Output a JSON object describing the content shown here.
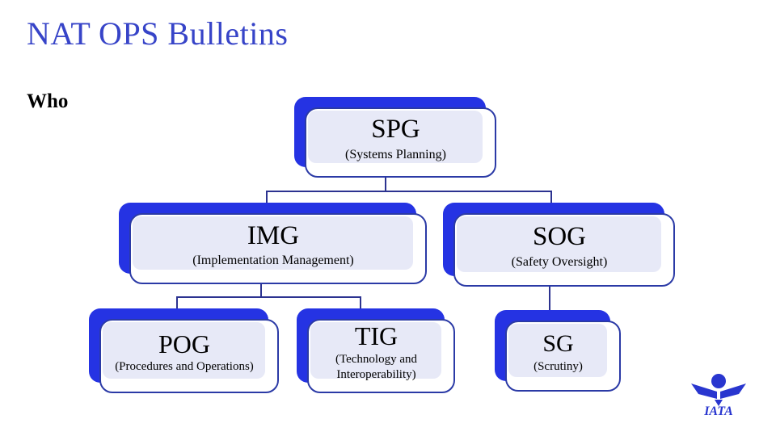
{
  "slide": {
    "title": "NAT OPS Bulletins",
    "section_label": "Who"
  },
  "org_chart": {
    "type": "org-tree",
    "nodes": [
      {
        "id": "spg",
        "acronym": "SPG",
        "subtitle": "(Systems Planning)",
        "parent": null
      },
      {
        "id": "img",
        "acronym": "IMG",
        "subtitle": "(Implementation Management)",
        "parent": "spg"
      },
      {
        "id": "sog",
        "acronym": "SOG",
        "subtitle": "(Safety Oversight)",
        "parent": "spg"
      },
      {
        "id": "pog",
        "acronym": "POG",
        "subtitle": "(Procedures and Operations)",
        "parent": "img"
      },
      {
        "id": "tig",
        "acronym": "TIG",
        "subtitle": "(Technology and Interoperability)",
        "parent": "img"
      },
      {
        "id": "sg",
        "acronym": "SG",
        "subtitle": "(Scrutiny)",
        "parent": "sog"
      }
    ]
  },
  "footer": {
    "logo_text": "IATA"
  },
  "colors": {
    "title_blue": "#3744c8",
    "node_shadow_blue": "#2533e3",
    "node_border_blue": "#2b3aa6",
    "node_tint_lavender": "#e7e9f7",
    "connector_navy": "#2c3390",
    "logo_blue": "#2936cf"
  }
}
